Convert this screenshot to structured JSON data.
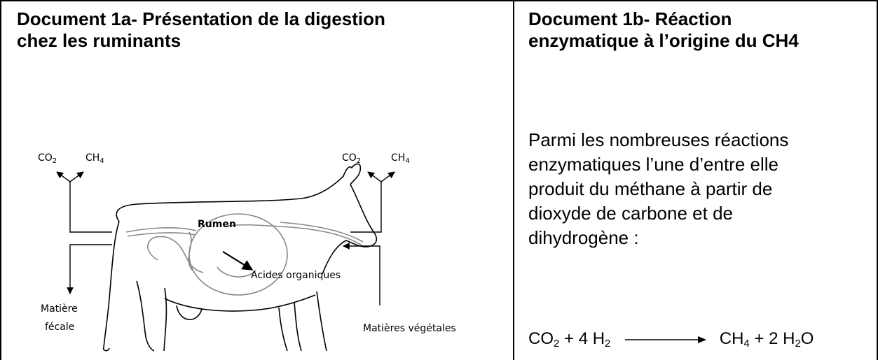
{
  "left_panel": {
    "title_line1": "Document 1a- Présentation de la digestion",
    "title_line2": "chez les ruminants",
    "diagram": {
      "co2_left": "CO",
      "co2_left_sub": "2",
      "ch4_left": "CH",
      "ch4_left_sub": "4",
      "co2_right": "CO",
      "co2_right_sub": "2",
      "ch4_right": "CH",
      "ch4_right_sub": "4",
      "rumen": "Rumen",
      "acides": "Acides organiques",
      "matiere_line1": "Matière",
      "matiere_line2": "fécale",
      "vegetales": "Matières végétales"
    }
  },
  "right_panel": {
    "title_line1": "Document 1b- Réaction",
    "title_line2": "enzymatique à l’origine du CH4",
    "paragraph_lines": [
      "Parmi les nombreuses réactions",
      "enzymatiques l’une d’entre elle",
      "produit du méthane à partir de",
      "dioxyde de carbone et de",
      "dihydrogène :"
    ],
    "equation": {
      "lhs_a": "CO",
      "lhs_a_sub": "2",
      "lhs_b": " + 4 H",
      "lhs_b_sub": "2",
      "rhs_a": "CH",
      "rhs_a_sub": "4",
      "rhs_b": " + 2 H",
      "rhs_b_sub": "2",
      "rhs_c": "O"
    }
  }
}
